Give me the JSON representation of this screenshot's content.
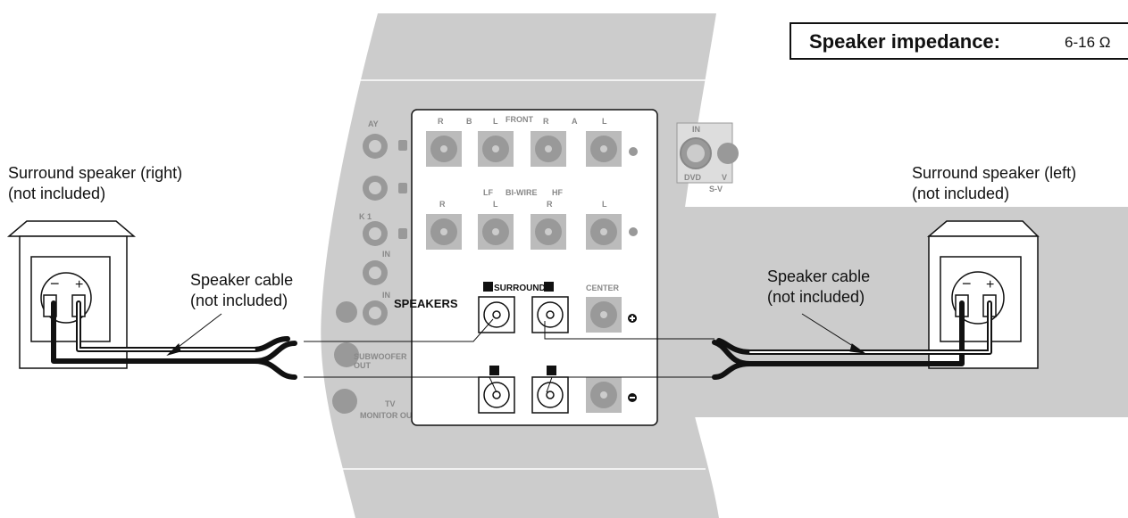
{
  "impedance": {
    "label": "Speaker impedance:",
    "value": "6-16 Ω"
  },
  "speaker_right": {
    "line1": "Surround speaker (right)",
    "line2": "(not included)"
  },
  "speaker_left": {
    "line1": "Surround speaker (left)",
    "line2": "(not included)"
  },
  "cable_right": {
    "line1": "Speaker cable",
    "line2": "(not included)"
  },
  "cable_left": {
    "line1": "Speaker cable",
    "line2": "(not included)"
  },
  "panel": {
    "front": "FRONT",
    "bi_wire": "BI-WIRE",
    "lf": "LF",
    "hf": "HF",
    "speakers": "SPEAKERS",
    "surround": "SURROUND",
    "center": "CENTER",
    "r": "R",
    "l": "L",
    "a": "A",
    "b": "B",
    "in": "IN",
    "subwoofer": "SUBWOOFER",
    "out": "OUT",
    "tv": "TV",
    "monitor_out": "MONITOR OUT",
    "dvd": "DVD",
    "s_v": "S-V",
    "v": "V",
    "k1": "K 1",
    "ay": "AY"
  },
  "colors": {
    "panel": "#cccccc",
    "jack": "#999999",
    "ink": "#111111"
  }
}
